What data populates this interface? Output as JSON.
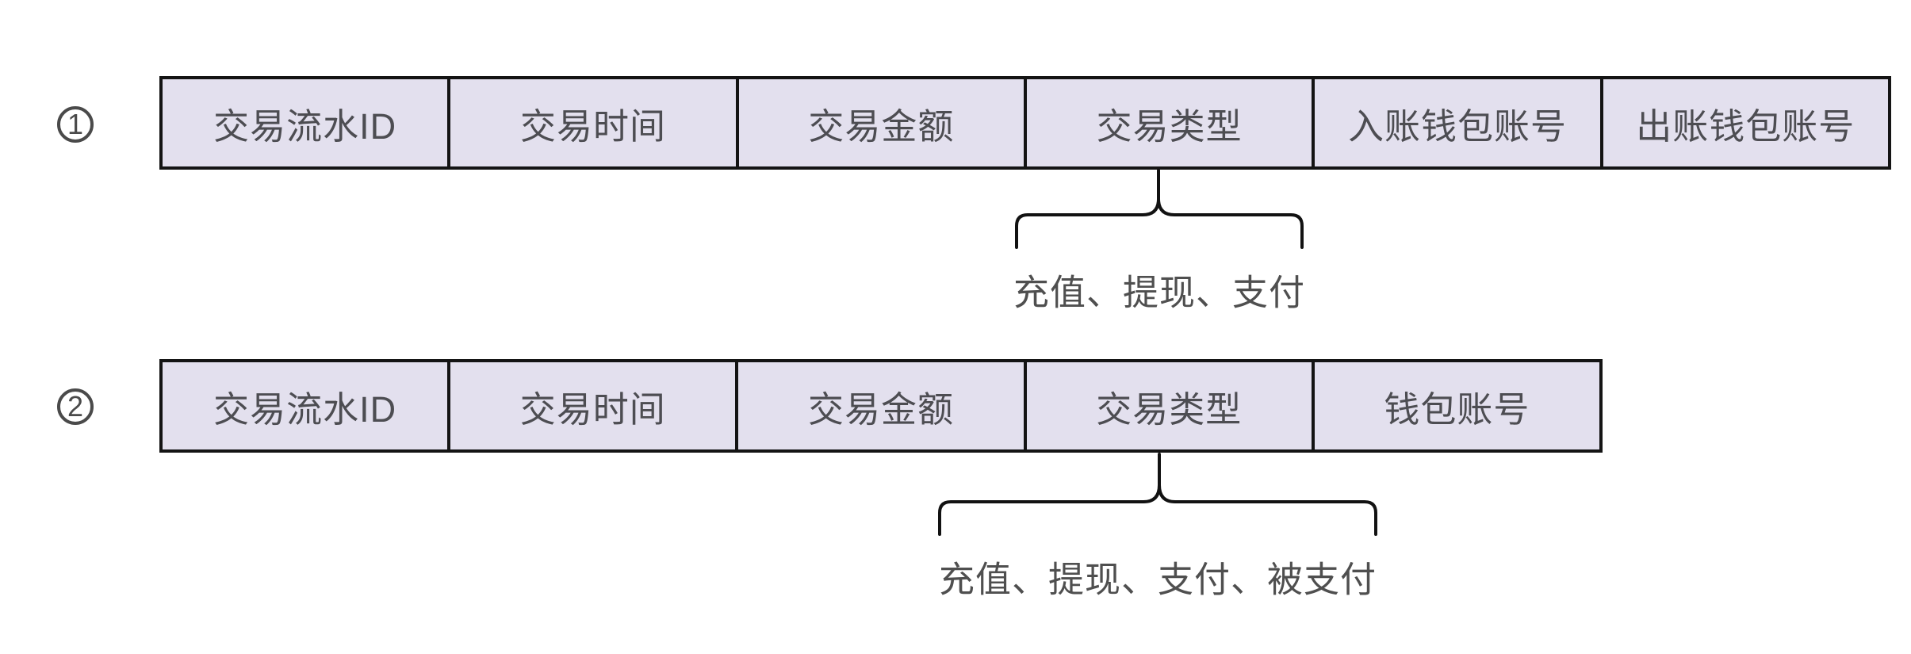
{
  "figure": {
    "background_color": "#ffffff",
    "cell_fill_color": "#e3e0ee",
    "border_color": "#141414",
    "text_color": "#4d4d52",
    "rows": [
      {
        "label": "1",
        "cells": [
          "交易流水ID",
          "交易时间",
          "交易金额",
          "交易类型",
          "入账钱包账号",
          "出账钱包账号"
        ],
        "annotated_column": "交易类型",
        "annotation": "充值、提现、支付"
      },
      {
        "label": "2",
        "cells": [
          "交易流水ID",
          "交易时间",
          "交易金额",
          "交易类型",
          "钱包账号"
        ],
        "annotated_column": "交易类型",
        "annotation": "充值、提现、支付、被支付"
      }
    ]
  }
}
